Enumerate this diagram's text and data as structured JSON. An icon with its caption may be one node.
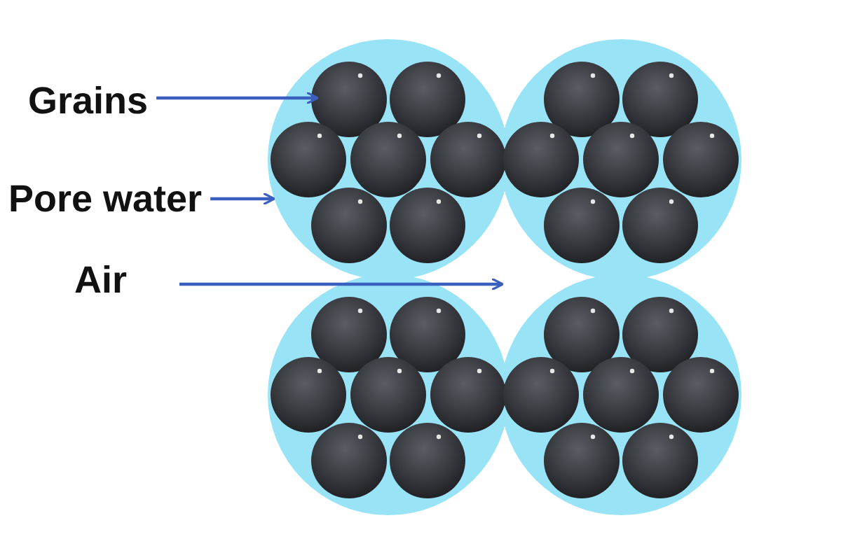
{
  "diagram": {
    "nodes": [
      {
        "text": [
          "Grains"
        ]
      },
      {
        "text": [
          "Pore water"
        ]
      },
      {
        "text": [
          "Air"
        ]
      }
    ],
    "edges": [
      {
        "from": 0,
        "to": null,
        "arrow": "to"
      },
      {
        "from": 1,
        "to": null,
        "arrow": "to"
      },
      {
        "from": 2,
        "to": null,
        "arrow": "to"
      }
    ]
  }
}
